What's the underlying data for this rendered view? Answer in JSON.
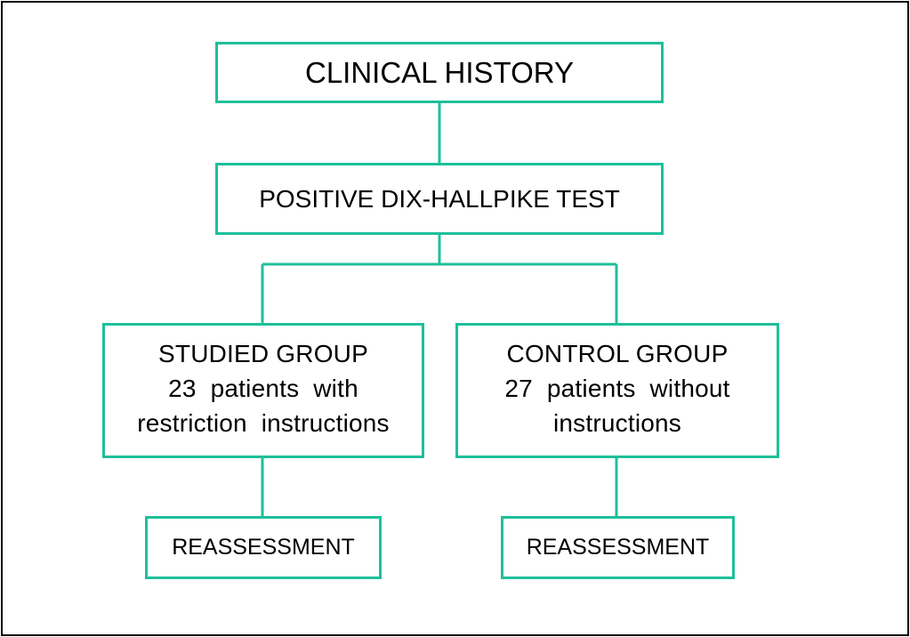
{
  "colors": {
    "box_border": "#1fbf9a",
    "frame_border": "#000000",
    "text": "#000000"
  },
  "flowchart": {
    "clinical_history": "CLINICAL HISTORY",
    "dix_hallpike": "POSITIVE DIX-HALLPIKE TEST",
    "studied_group": {
      "title": "STUDIED GROUP",
      "line1": "23  patients  with",
      "line2": "restriction  instructions"
    },
    "control_group": {
      "title": "CONTROL GROUP",
      "line1": "27  patients  without",
      "line2": "instructions"
    },
    "reassessment_studied": "REASSESSMENT",
    "reassessment_control": "REASSESSMENT"
  }
}
